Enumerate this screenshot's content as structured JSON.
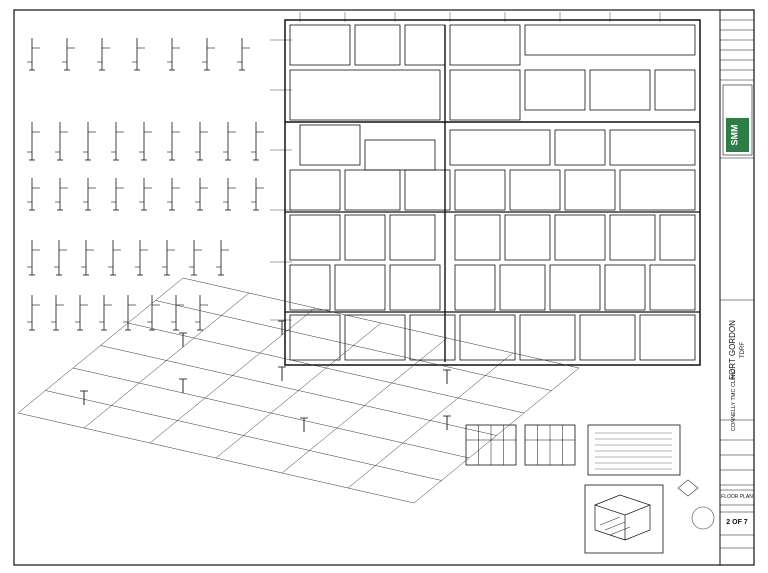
{
  "title_block": {
    "logo": "SMM",
    "project": "FORT GORDON",
    "subproject": "TDRF",
    "description": "CONNELLY TMC CLINIC",
    "sheet_title": "FLOOR PLAN",
    "sheet_number": "2 OF 7"
  },
  "colors": {
    "line": "#111111",
    "logo_bg": "#2e7d46",
    "paper": "#ffffff"
  }
}
